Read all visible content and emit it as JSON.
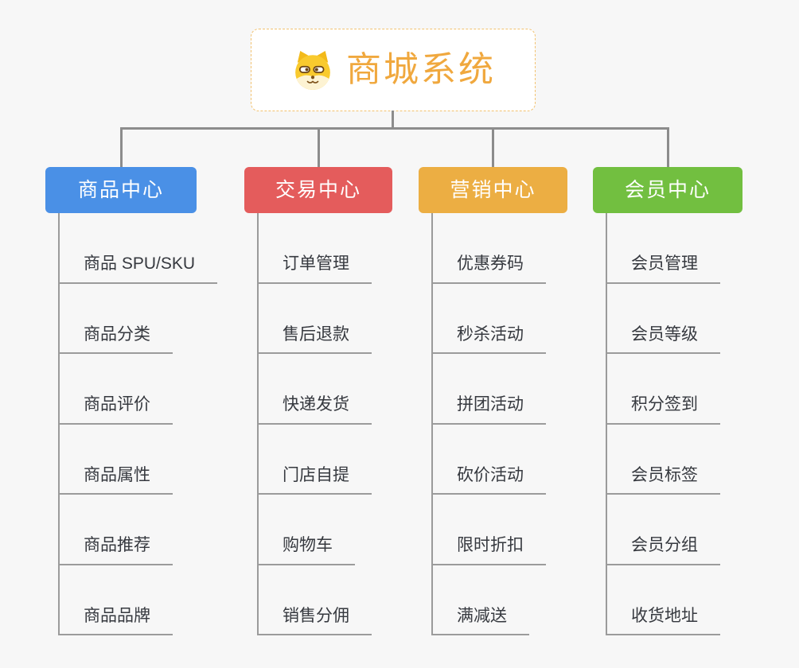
{
  "root": {
    "title": "商城系统",
    "icon": "dog-face-icon",
    "title_color": "#f0a83e",
    "border_color": "#f2c270",
    "background": "#ffffff"
  },
  "branches": [
    {
      "label": "商品中心",
      "color": "#4a90e6",
      "children": [
        "商品 SPU/SKU",
        "商品分类",
        "商品评价",
        "商品属性",
        "商品推荐",
        "商品品牌"
      ]
    },
    {
      "label": "交易中心",
      "color": "#e45c5c",
      "children": [
        "订单管理",
        "售后退款",
        "快递发货",
        "门店自提",
        "购物车",
        "销售分佣"
      ]
    },
    {
      "label": "营销中心",
      "color": "#ecae43",
      "children": [
        "优惠券码",
        "秒杀活动",
        "拼团活动",
        "砍价活动",
        "限时折扣",
        "满减送"
      ]
    },
    {
      "label": "会员中心",
      "color": "#72bf40",
      "children": [
        "会员管理",
        "会员等级",
        "积分签到",
        "会员标签",
        "会员分组",
        "收货地址"
      ]
    }
  ],
  "connector_color": "#8c8c8c",
  "leaf_line_color": "#9b9b9b",
  "page_background": "#f7f7f7"
}
